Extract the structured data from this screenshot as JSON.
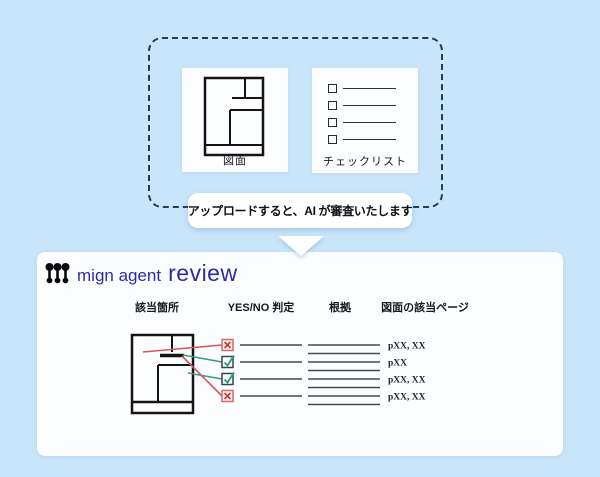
{
  "colors": {
    "background": "#c9e5fa",
    "surface": "#fcfdff",
    "dashed_border": "#223a5c",
    "brand_text": "#2c2ca0",
    "logo_icon": "#0b0b0e",
    "heading_text": "#17181c",
    "rule_line": "#444a52",
    "no_color": "#c63636",
    "yes_color": "#1f9d7a"
  },
  "upload_section": {
    "drawing_card": {
      "label": "図面"
    },
    "checklist_card": {
      "label": "チェックリスト",
      "item_count": 4
    },
    "callout_text": "アップロードすると、AI が審査いたします"
  },
  "review_panel": {
    "brand_name": "mign agent",
    "brand_product": "review",
    "column_headers": [
      "該当箇所",
      "YES/NO 判定",
      "根拠",
      "図面の該当ページ"
    ],
    "rows": [
      {
        "judgment": "NO",
        "pages": "pXX, XX"
      },
      {
        "judgment": "YES",
        "pages": "pXX"
      },
      {
        "judgment": "YES",
        "pages": "pXX, XX"
      },
      {
        "judgment": "NO",
        "pages": "pXX, XX"
      }
    ]
  }
}
